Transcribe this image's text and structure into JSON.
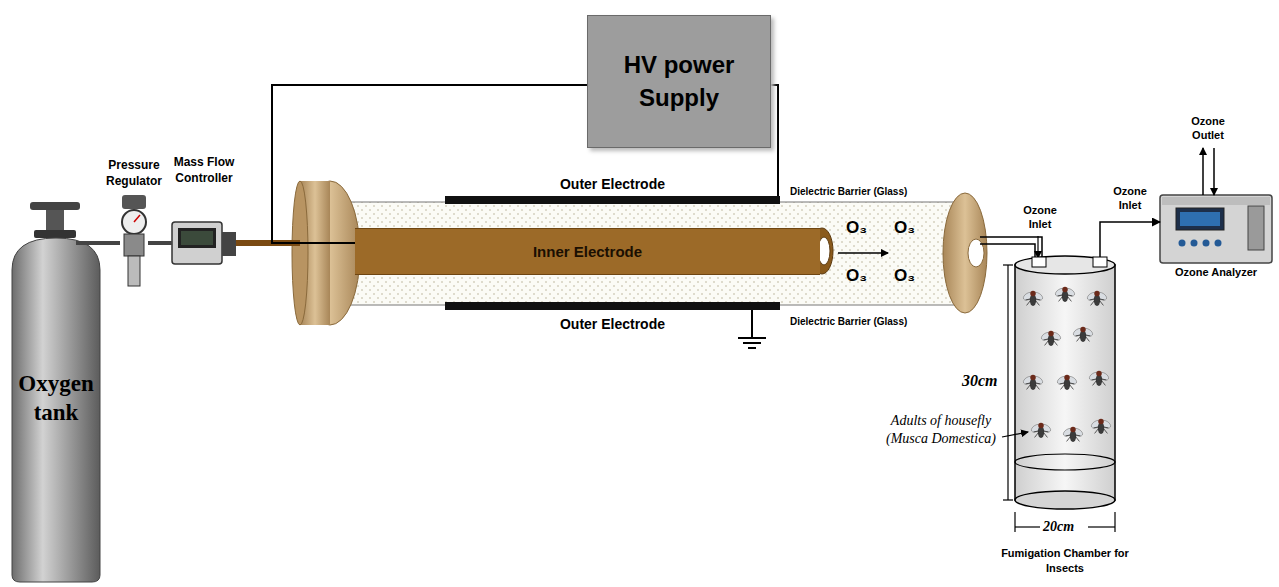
{
  "diagram": {
    "nodes": [
      {
        "text": [
          "HV power Supply"
        ]
      },
      {
        "text": [
          "Oxygen tank"
        ]
      },
      {
        "text": [
          "Pressure Regulator"
        ]
      },
      {
        "text": [
          "Mass Flow Controller"
        ]
      },
      {
        "text": [
          "Outer Electrode"
        ]
      },
      {
        "text": [
          "Inner Electrode"
        ]
      },
      {
        "text": [
          "Outer Electrode"
        ]
      },
      {
        "text": [
          "Fumigation Chamber for Insects"
        ]
      },
      {
        "text": [
          "Ozone Analyzer"
        ]
      }
    ],
    "edges": [
      {
        "from": 1,
        "to": 2,
        "arrow": "none"
      },
      {
        "from": 2,
        "to": 3,
        "arrow": "none"
      },
      {
        "from": 3,
        "to": 5,
        "arrow": "none"
      },
      {
        "from": 0,
        "to": 5,
        "arrow": "none"
      },
      {
        "from": 0,
        "to": 4,
        "arrow": "none"
      },
      {
        "from": 7,
        "to": 8,
        "arrow": "to"
      }
    ],
    "labels": [
      "Dielectric Barrier (Glass)",
      "Dielectric Barrier (Glass)",
      "O₃",
      "O₃",
      "O₃",
      "O₃",
      "Ozone Inlet",
      "Ozone Inlet",
      "Ozone Outlet",
      "30cm",
      "20cm",
      "Adults of housefly (Musca Domestica)"
    ]
  }
}
